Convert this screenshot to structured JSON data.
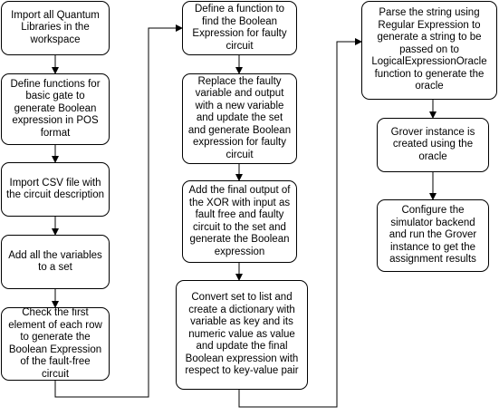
{
  "nodes": {
    "n1": "Import all Quantum Libraries in the workspace",
    "n2": "Define functions for basic gate to generate Boolean expression in POS format",
    "n3": "Import CSV file with the circuit description",
    "n4": "Add all the variables to a set",
    "n5": "Check the first element of each row to generate the Boolean Expression of the fault-free circuit",
    "n6": "Define a function to find the Boolean Expression for faulty circuit",
    "n7": "Replace the faulty variable and output with a new variable and update the set and generate Boolean expression for faulty circuit",
    "n8": "Add the final output of the XOR with input as fault free and faulty circuit to the set and generate the Boolean expression",
    "n9": "Convert set to list and create a dictionary with variable as key and its numeric value as value and update the final Boolean expression with respect to key-value pair",
    "n10": "Parse the string using Regular Expression to generate a string to be passed on to LogicalExpressionOracle function to generate the oracle",
    "n11": "Grover instance is created using the oracle",
    "n12": "Configure the simulator backend and run the Grover instance to get the assignment results"
  },
  "edges": [
    [
      "n1",
      "n2"
    ],
    [
      "n2",
      "n3"
    ],
    [
      "n3",
      "n4"
    ],
    [
      "n4",
      "n5"
    ],
    [
      "n5",
      "n6"
    ],
    [
      "n6",
      "n7"
    ],
    [
      "n7",
      "n8"
    ],
    [
      "n8",
      "n9"
    ],
    [
      "n9",
      "n10"
    ],
    [
      "n10",
      "n11"
    ],
    [
      "n11",
      "n12"
    ]
  ]
}
